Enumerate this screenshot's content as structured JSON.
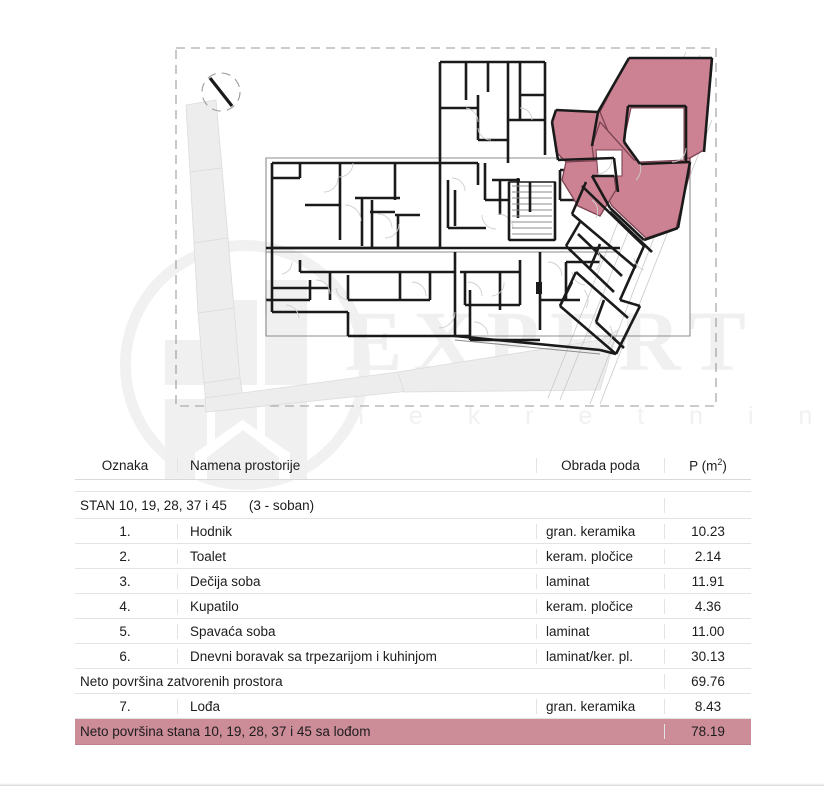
{
  "watermark": {
    "word": "EXPERT",
    "subtitle": "n e k r e t n i n e",
    "logo_icon": "building-logo-icon"
  },
  "plan": {
    "north_arrow_icon": "north-arrow-icon",
    "highlight_color": "#cc8292",
    "highlight_stroke": "#8c4c5c",
    "wall_color": "#1a1a1a",
    "terrain_color": "#ededed",
    "boundary_style": "dashed",
    "description": "Apartment building floor plan with highlighted unit"
  },
  "table": {
    "columns": {
      "oznaka": "Oznaka",
      "namena": "Namena prostorije",
      "obrada": "Obrada poda",
      "povrsina": "P (m",
      "povrsina_sup": "2",
      "povrsina_end": ")"
    },
    "group_title": "STAN 10, 19, 28, 37 i 45",
    "group_type": "(3 - soban)",
    "rows": [
      {
        "no": "1.",
        "name": "Hodnik",
        "floor": "gran. keramika",
        "area": "10.23"
      },
      {
        "no": "2.",
        "name": "Toalet",
        "floor": "keram. pločice",
        "area": "2.14"
      },
      {
        "no": "3.",
        "name": "Dečija soba",
        "floor": "laminat",
        "area": "11.91"
      },
      {
        "no": "4.",
        "name": "Kupatilo",
        "floor": "keram. pločice",
        "area": "4.36"
      },
      {
        "no": "5.",
        "name": "Spavaća soba",
        "floor": "laminat",
        "area": "11.00"
      },
      {
        "no": "6.",
        "name": "Dnevni boravak sa trpezarijom i kuhinjom",
        "floor": "laminat/ker. pl.",
        "area": "30.13"
      }
    ],
    "subtotal": {
      "label": "Neto površina zatvorenih prostora",
      "area": "69.76"
    },
    "loggia": {
      "no": "7.",
      "name": "Lođa",
      "floor": "gran. keramika",
      "area": "8.43"
    },
    "total": {
      "label": "Neto površina stana 10, 19, 28, 37 i 45 sa lođom",
      "area": "78.19"
    }
  }
}
